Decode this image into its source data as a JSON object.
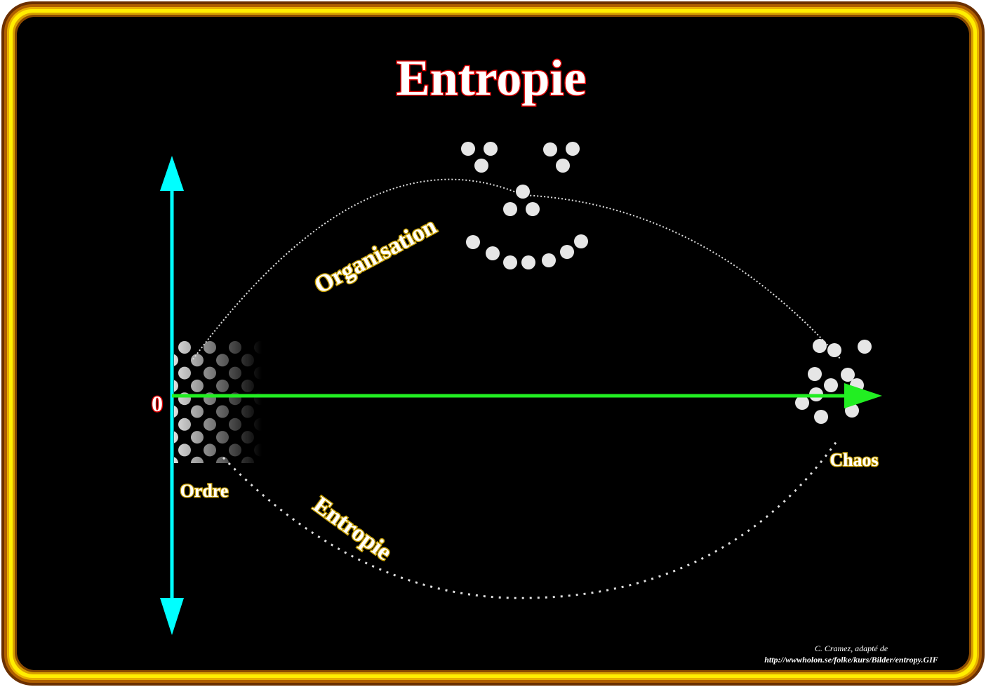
{
  "title": "Entropie",
  "origin_label": "0",
  "labels": {
    "organisation": "Organisation",
    "entropie": "Entropie",
    "ordre": "Ordre",
    "chaos": "Chaos"
  },
  "credit": {
    "line1": "C. Cramez, adapté de",
    "line2": "http://wwwholon.se/folke/kurs/Bilder/entropy.GIF"
  },
  "colors": {
    "vertical_axis": "#00ffff",
    "horizontal_axis": "#22ee22",
    "title_fill": "#ffffff",
    "title_stroke": "#dd0000",
    "label_fill": "#ffffff",
    "label_stroke": "#c8a000",
    "frame": "#ffee00"
  }
}
